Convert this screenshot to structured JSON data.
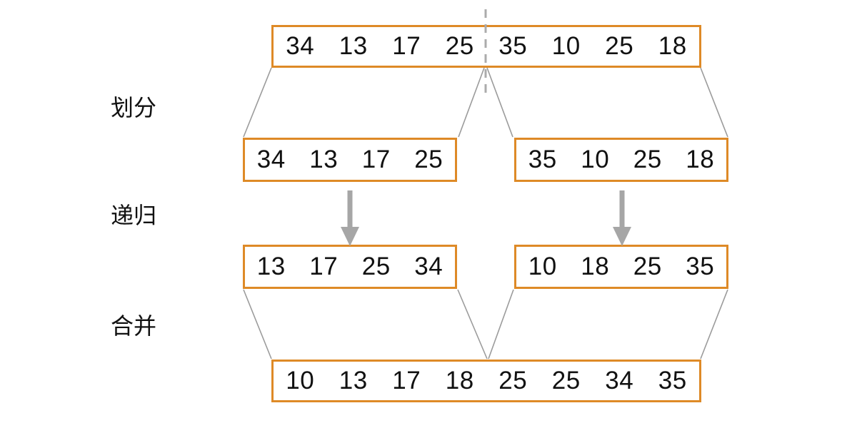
{
  "labels": {
    "divide": "划分",
    "recurse": "递归",
    "merge": "合并"
  },
  "arrays": {
    "source": [
      34,
      13,
      17,
      25,
      35,
      10,
      25,
      18
    ],
    "left_half": [
      34,
      13,
      17,
      25
    ],
    "right_half": [
      35,
      10,
      25,
      18
    ],
    "left_sorted": [
      13,
      17,
      25,
      34
    ],
    "right_sorted": [
      10,
      18,
      25,
      35
    ],
    "merged": [
      10,
      13,
      17,
      18,
      25,
      25,
      34,
      35
    ]
  },
  "icons": {
    "down_arrow": "down-arrow-icon",
    "dashed_divider": "dashed-divider-line"
  },
  "colors": {
    "box_border": "#DE8A27",
    "connector": "#9B9B9B",
    "arrow": "#A6A6A6",
    "dashed_divider": "#ABABAB",
    "text": "#111111",
    "bg": "#FFFFFF"
  }
}
